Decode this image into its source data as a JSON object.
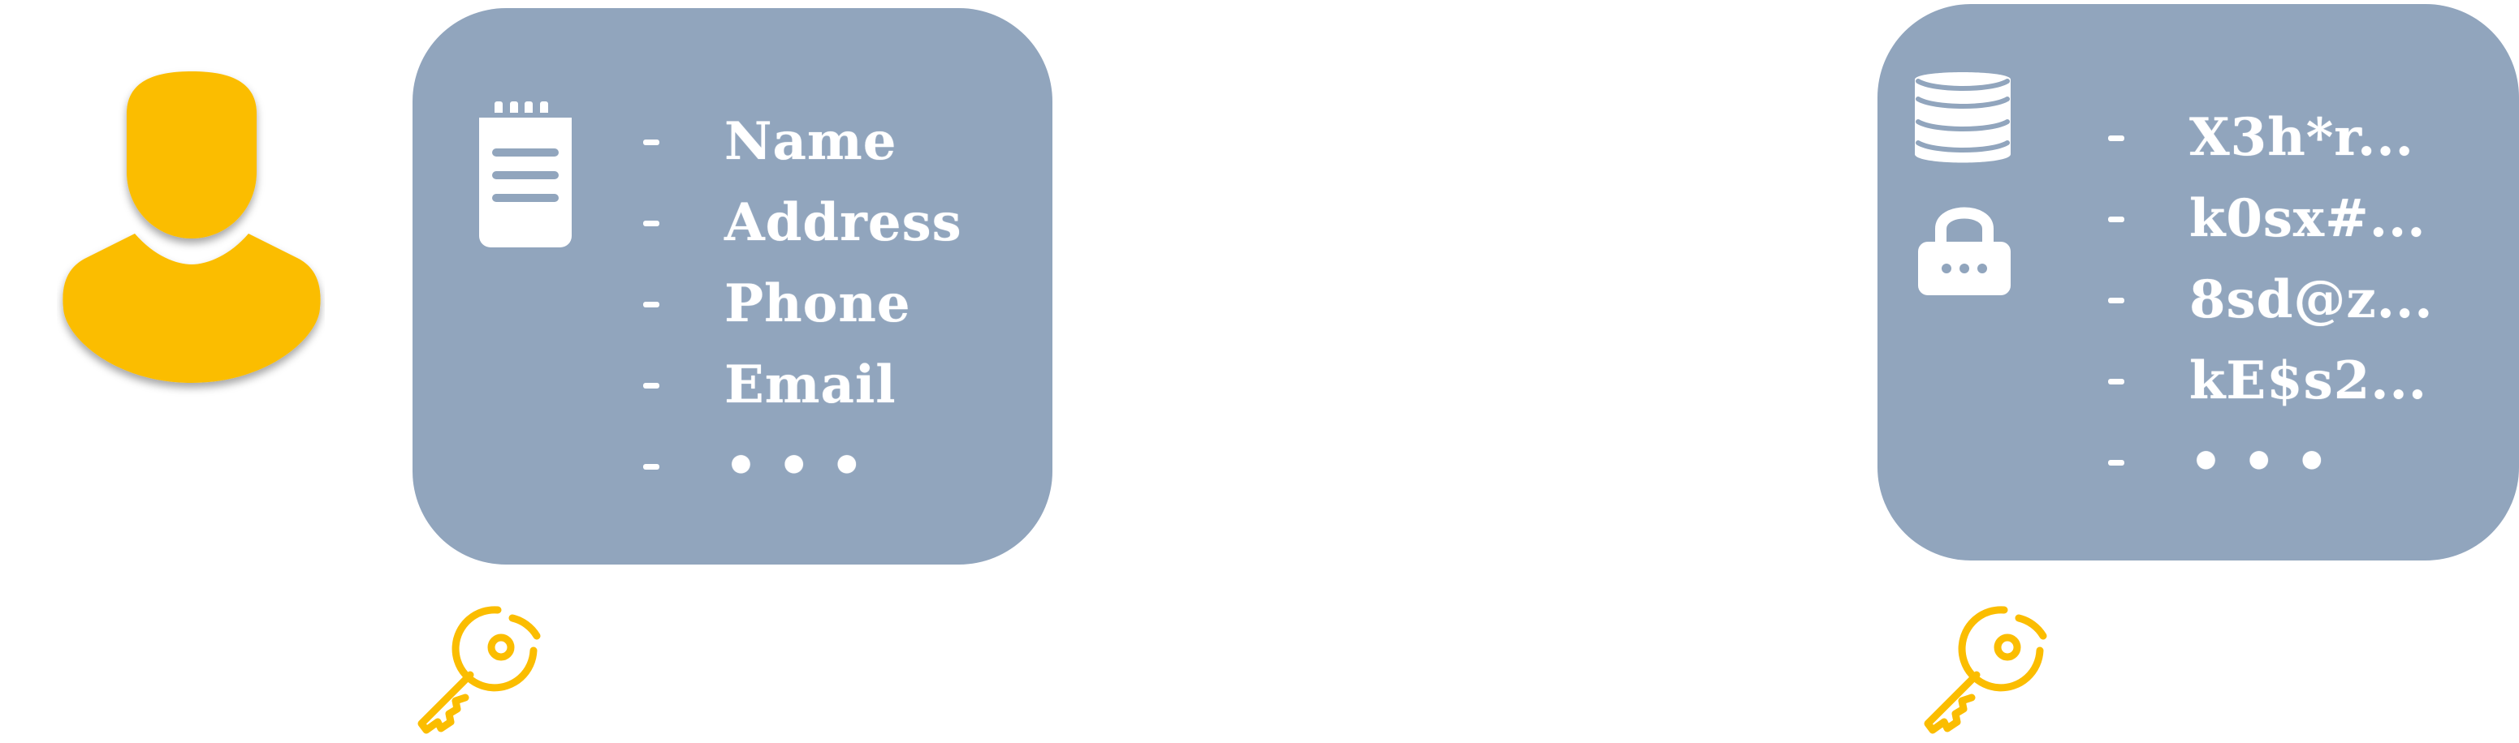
{
  "plain_card": {
    "items": [
      "Name",
      "Address",
      "Phone",
      "Email",
      "• • •"
    ]
  },
  "encrypted_card": {
    "items": [
      "X3h*r...",
      "k0sx#...",
      "8sd@z...",
      "kE$s2...",
      "• • •"
    ]
  },
  "icons": {
    "user": "user-avatar-icon",
    "notepad": "notepad-icon",
    "database": "database-icon",
    "lock": "lock-icon",
    "key": "key-icon"
  },
  "colors": {
    "card": "#91a5bd",
    "accent": "#fbbd00",
    "text": "#ffffff"
  }
}
